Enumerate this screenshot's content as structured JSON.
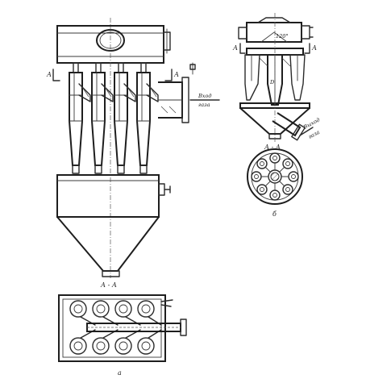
{
  "view_a": {
    "section_mark": "А",
    "inlet_label_1": "Вход",
    "inlet_label_2": "газа",
    "section_title": "А - А",
    "caption": "а"
  },
  "view_b": {
    "section_mark": "А",
    "angle_label": "120°",
    "dim_label": "D",
    "outlet_label_1": "Выход",
    "outlet_label_2": "газа",
    "section_title": "А - А",
    "caption": "б"
  }
}
